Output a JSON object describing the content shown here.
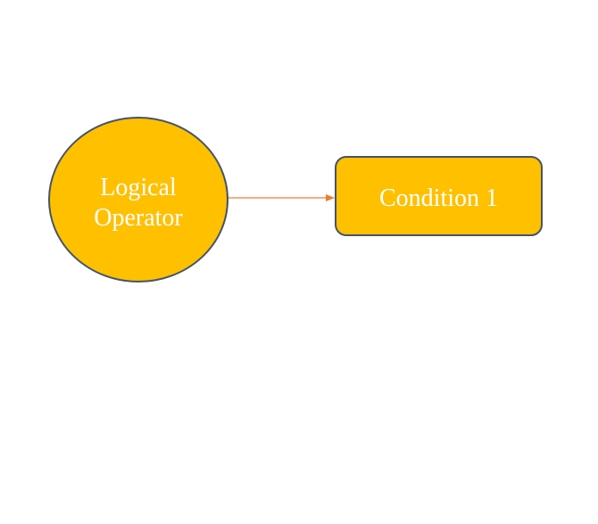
{
  "diagram": {
    "nodes": [
      {
        "id": "logical-operator",
        "shape": "ellipse",
        "lines": [
          "Logical",
          "Operator"
        ]
      },
      {
        "id": "condition-1",
        "shape": "rounded-rectangle",
        "lines": [
          "Condition 1"
        ]
      }
    ],
    "edges": [
      {
        "from": "logical-operator",
        "to": "condition-1",
        "arrow": "end"
      }
    ]
  },
  "colors": {
    "node_fill": "#FFC000",
    "node_stroke": "#44546A",
    "node_text": "#FFFFFF",
    "edge": "#ED7D31",
    "background": "#FFFFFF"
  }
}
